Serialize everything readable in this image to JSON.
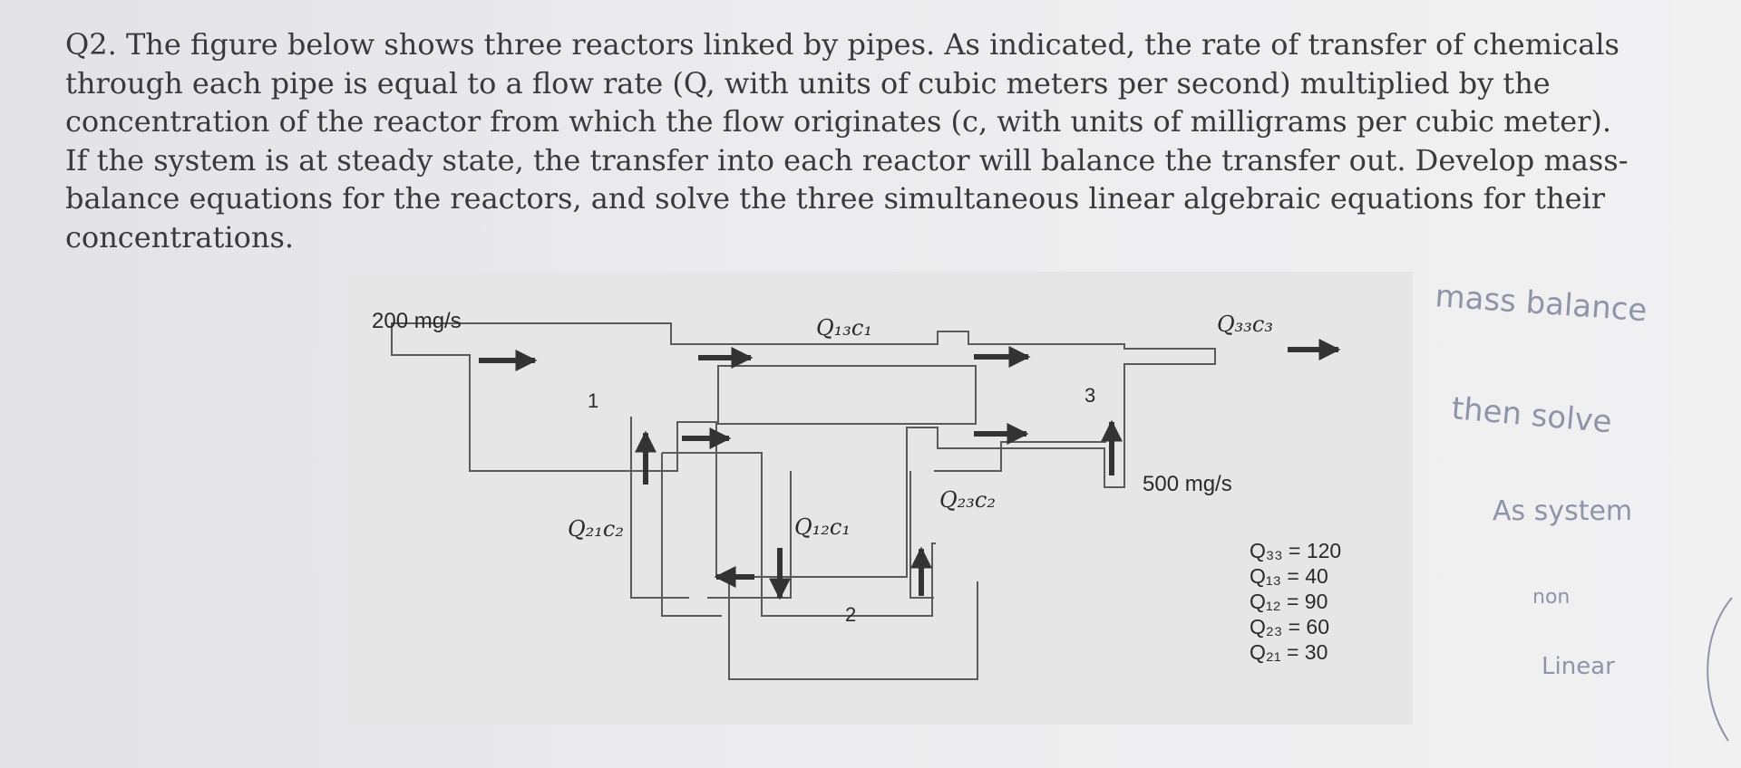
{
  "question": {
    "lines": [
      "Q2. The figure below shows three reactors linked by pipes. As indicated, the rate of transfer of chemicals",
      "through each pipe is equal to a flow rate (Q, with units of cubic meters per second) multiplied by the",
      "concentration of the reactor from which the flow originates (c, with units of milligrams per cubic meter).",
      "If the system is at steady state, the transfer into each reactor will balance the transfer out. Develop mass-",
      "balance equations for the reactors, and solve the three simultaneous linear algebraic equations for their",
      "concentrations."
    ]
  },
  "figure": {
    "input_1": "200 mg/s",
    "input_3": "500 mg/s",
    "reactor_1": "1",
    "reactor_2": "2",
    "reactor_3": "3",
    "pipe_13": "Q₁₃c₁",
    "pipe_33": "Q₃₃c₃",
    "pipe_12": "Q₁₂c₁",
    "pipe_23": "Q₂₃c₂",
    "pipe_21": "Q₂₁c₂",
    "flows": [
      "Q₃₃ = 120",
      "Q₁₃ = 40",
      "Q₁₂ = 90",
      "Q₂₃ = 60",
      "Q₂₁ = 30"
    ]
  },
  "handwriting": {
    "line1": "mass balance",
    "line2": "then solve",
    "line3": "As system",
    "line4": "non",
    "line5": "Linear"
  }
}
